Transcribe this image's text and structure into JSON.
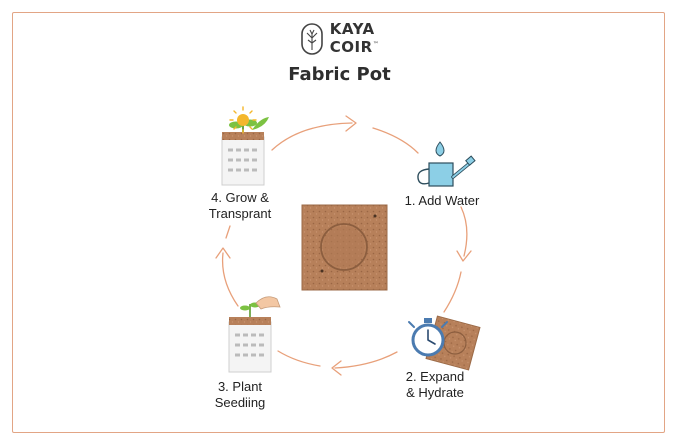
{
  "brand": {
    "line1": "KAYA",
    "line2": "COIR",
    "tm": "™"
  },
  "title": "Fabric Pot",
  "steps": [
    {
      "line1": "1. Add Water",
      "line2": ""
    },
    {
      "line1": "2. Expand",
      "line2": "& Hydrate"
    },
    {
      "line1": "3. Plant",
      "line2": "Seediing"
    },
    {
      "line1": "4. Grow &",
      "line2": "Transprant"
    }
  ],
  "colors": {
    "arrow": "#e8a07a",
    "frame": "#e2a585",
    "coir": "#b7805a",
    "water": "#8ccfe6",
    "timer": "#4b7bb0",
    "sun": "#f4b72c",
    "leaf": "#7cc242"
  }
}
